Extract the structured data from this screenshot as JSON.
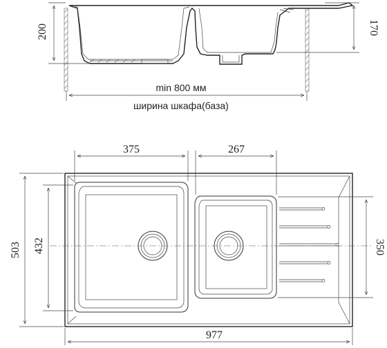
{
  "side_view": {
    "height_left": "200",
    "height_right": "170",
    "min_width": "min 800 мм",
    "cabinet_width": "ширина шкафа(база)"
  },
  "top_view": {
    "bowl_large_width": "375",
    "bowl_small_width": "267",
    "overall_depth": "503",
    "bowl_large_depth": "432",
    "bowl_small_depth": "350",
    "overall_width": "977"
  },
  "colors": {
    "line": "#222222",
    "hatch": "#777777",
    "background": "#ffffff"
  }
}
